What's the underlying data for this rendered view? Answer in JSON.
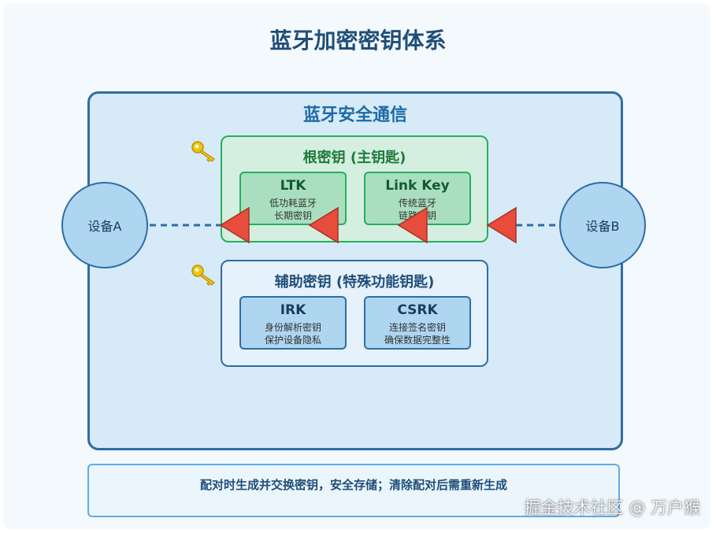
{
  "title": "蓝牙加密密钥体系",
  "panel": {
    "title": "蓝牙安全通信"
  },
  "devices": {
    "a": "设备A",
    "b": "设备B"
  },
  "root_group": {
    "title": "根密钥 (主钥匙)",
    "keys": [
      {
        "name": "LTK",
        "desc1": "低功耗蓝牙",
        "desc2": "长期密钥"
      },
      {
        "name": "Link Key",
        "desc1": "传统蓝牙",
        "desc2": "链路密钥"
      }
    ]
  },
  "aux_group": {
    "title": "辅助密钥 (特殊功能钥匙)",
    "keys": [
      {
        "name": "IRK",
        "desc1": "身份解析密钥",
        "desc2": "保护设备隐私"
      },
      {
        "name": "CSRK",
        "desc1": "连接签名密钥",
        "desc2": "确保数据完整性"
      }
    ]
  },
  "footer": {
    "text": "配对时生成并交换密钥，安全存储；清除配对后需重新生成"
  },
  "watermark": "掘金技术社区 @ 万户猴",
  "colors": {
    "title": "#1f4e79",
    "panel_border": "#2e6da4",
    "root_green": "#27ae60",
    "arrow_red": "#e74c3c",
    "key_gold": "#f1c40f"
  },
  "icons": [
    "key-icon",
    "red-arrow-icon"
  ]
}
